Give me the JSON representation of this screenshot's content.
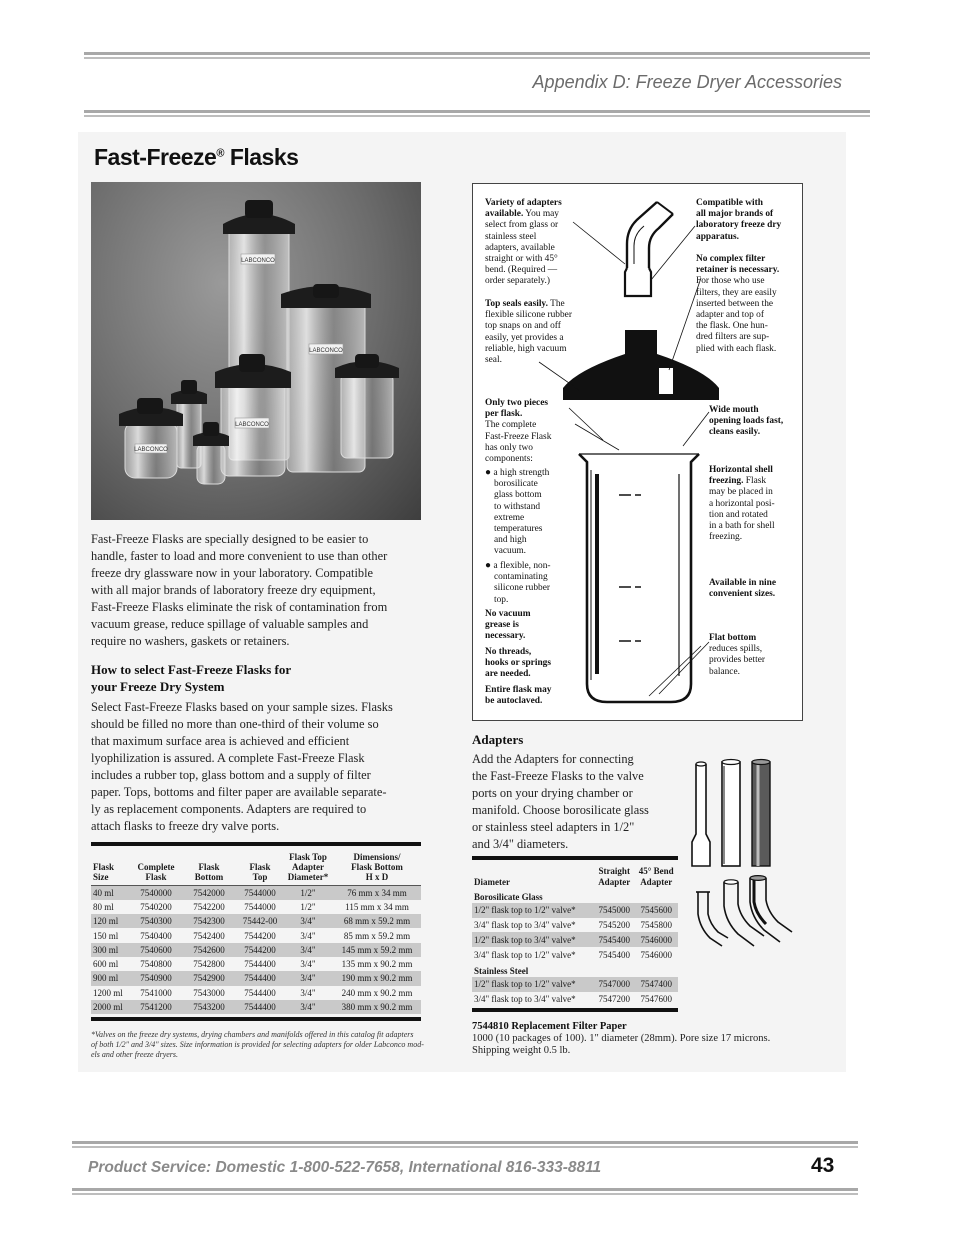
{
  "header": {
    "section_title": "Appendix D:  Freeze Dryer Accessories"
  },
  "article": {
    "title": "Fast-Freeze",
    "title_mark": "®",
    "title_suffix": " Flasks",
    "intro_lines": [
      "Fast-Freeze Flasks are specially designed to be easier to",
      "handle, faster to load and more convenient to use than other",
      "freeze dry glassware now in your laboratory. Compatible",
      "with all major brands of laboratory freeze dry equipment,",
      "Fast-Freeze Flasks eliminate the risk of contamination from",
      "vacuum grease, reduce spillage of valuable samples and",
      "require no washers, gaskets or retainers."
    ],
    "select_heading_lines": [
      "How to select Fast-Freeze Flasks for",
      "your Freeze Dry System"
    ],
    "select_lines": [
      "Select Fast-Freeze Flasks based on your sample sizes. Flasks",
      "should be filled no more than one-third of their volume so",
      "that maximum surface area is achieved and efficient",
      "lyophilization is assured. A complete Fast-Freeze Flask",
      "includes a rubber top, glass bottom and a supply of filter",
      "paper. Tops, bottoms and filter paper are available separate-",
      "ly as replacement components. Adapters are required to",
      "attach flasks to freeze dry valve ports."
    ]
  },
  "flask_table": {
    "headers": [
      [
        "Flask",
        "Size"
      ],
      [
        "Complete",
        "Flask"
      ],
      [
        "Flask",
        "Bottom"
      ],
      [
        "Flask",
        "Top"
      ],
      [
        "Flask Top",
        "Adapter",
        "Diameter*"
      ],
      [
        "Dimensions/",
        "Flask Bottom",
        "H x D"
      ]
    ],
    "rows": [
      [
        "40 ml",
        "7540000",
        "7542000",
        "7544000",
        "1/2\"",
        "76 mm x 34 mm"
      ],
      [
        "80 ml",
        "7540200",
        "7542200",
        "7544000",
        "1/2\"",
        "115 mm x 34 mm"
      ],
      [
        "120 ml",
        "7540300",
        "7542300",
        "75442-00",
        "3/4\"",
        "68 mm x 59.2 mm"
      ],
      [
        "150 ml",
        "7540400",
        "7542400",
        "7544200",
        "3/4\"",
        "85 mm x 59.2 mm"
      ],
      [
        "300 ml",
        "7540600",
        "7542600",
        "7544200",
        "3/4\"",
        "145 mm x 59.2 mm"
      ],
      [
        "600 ml",
        "7540800",
        "7542800",
        "7544400",
        "3/4\"",
        "135 mm x 90.2 mm"
      ],
      [
        "900 ml",
        "7540900",
        "7542900",
        "7544400",
        "3/4\"",
        "190 mm x 90.2 mm"
      ],
      [
        "1200 ml",
        "7541000",
        "7543000",
        "7544400",
        "3/4\"",
        "240 mm x 90.2 mm"
      ],
      [
        "2000 ml",
        "7541200",
        "7543200",
        "7544400",
        "3/4\"",
        "380 mm x 90.2 mm"
      ]
    ],
    "footnote_lines": [
      "*Valves on the freeze dry systems, drying chambers and manifolds offered in this catalog fit adapters",
      "of both 1/2\" and 3/4\" sizes. Size information is provided for selecting adapters for older Labconco mod-",
      "els and other freeze dryers."
    ]
  },
  "photo": {
    "label": "LABCONCO"
  },
  "diagram": {
    "variety": {
      "head": [
        "Variety of adapters",
        "available."
      ],
      "body": [
        " You may",
        "select from glass or",
        "stainless steel",
        "adapters, available",
        "straight or with 45°",
        "bend. (Required —",
        "order separately.)"
      ]
    },
    "top_seals": {
      "head": [
        "Top seals easily."
      ],
      "body": [
        " The",
        "flexible silicone rubber",
        "top snaps on and off",
        "easily, yet provides a",
        "reliable, high vacuum",
        "seal."
      ]
    },
    "two_pieces": {
      "head": [
        "Only two pieces",
        "per flask."
      ],
      "body": [
        "The complete",
        "Fast-Freeze Flask",
        "has only two",
        "components:"
      ]
    },
    "bullet_1": [
      "a high strength",
      "borosilicate",
      "glass bottom",
      "to withstand",
      "extreme",
      "temperatures",
      "and high",
      "vacuum."
    ],
    "bullet_2": [
      "a flexible, non-",
      "contaminating",
      "silicone rubber",
      "top."
    ],
    "no_vacuum": [
      "No vacuum",
      "grease is",
      "necessary."
    ],
    "no_threads": [
      "No threads,",
      "hooks or springs",
      "are needed."
    ],
    "autoclave": [
      "Entire flask may",
      "be autoclaved."
    ],
    "compatible": [
      "Compatible with",
      "all major brands of",
      "laboratory freeze dry",
      "apparatus."
    ],
    "no_filter": {
      "head": [
        "No complex filter",
        "retainer is necessary."
      ],
      "body": [
        "For those who use",
        "filters, they are easily",
        "inserted between the",
        "adapter and top of",
        "the flask. One hun-",
        "dred  filters are sup-",
        "plied with each flask."
      ]
    },
    "wide_mouth": [
      "Wide mouth",
      "opening loads fast,",
      "cleans easily."
    ],
    "shell": {
      "head": [
        "Horizontal shell",
        "freezing."
      ],
      "body": [
        " Flask",
        "may be placed in",
        "a horizontal posi-",
        "tion and rotated",
        "in a bath for shell",
        "freezing."
      ]
    },
    "nine_sizes": [
      "Available in nine",
      "convenient sizes."
    ],
    "flat_bottom": {
      "head": [
        "Flat bottom"
      ],
      "body": [
        "reduces spills,",
        "provides better",
        "balance."
      ]
    }
  },
  "adapters": {
    "heading": "Adapters",
    "text_lines": [
      "Add the Adapters for connecting",
      "the Fast-Freeze Flasks to  the valve",
      "ports on your drying chamber or",
      "manifold. Choose borosilicate glass",
      "or stainless steel adapters in 1/2\"",
      "and 3/4\" diameters."
    ],
    "table": {
      "col_diameter": "Diameter",
      "col_straight": [
        "Straight",
        "Adapter"
      ],
      "col_bend": [
        "45° Bend",
        "Adapter"
      ],
      "groups": [
        {
          "name": "Borosilicate Glass",
          "rows": [
            [
              "1/2\" flask top to 1/2\" valve*",
              "7545000",
              "7545600"
            ],
            [
              "3/4\" flask top to 3/4\" valve*",
              "7545200",
              "7545800"
            ],
            [
              "1/2\" flask top to 3/4\" valve*",
              "7545400",
              "7546000"
            ],
            [
              "3/4\" flask top to 1/2\" valve*",
              "7545400",
              "7546000"
            ]
          ]
        },
        {
          "name": "Stainless Steel",
          "rows": [
            [
              "1/2\" flask top to 1/2\" valve*",
              "7547000",
              "7547400"
            ],
            [
              "3/4\" flask top to 3/4\" valve*",
              "7547200",
              "7547600"
            ]
          ]
        }
      ]
    },
    "filter_paper": {
      "title": "7544810 Replacement Filter Paper",
      "lines": [
        "1000 (10 packages of 100). 1\" diameter (28mm). Pore size 17 microns.",
        "Shipping weight 0.5 lb."
      ]
    }
  },
  "footer": {
    "service": "Product Service:  Domestic  1-800-522-7658, International  816-333-8811",
    "page": "43"
  }
}
